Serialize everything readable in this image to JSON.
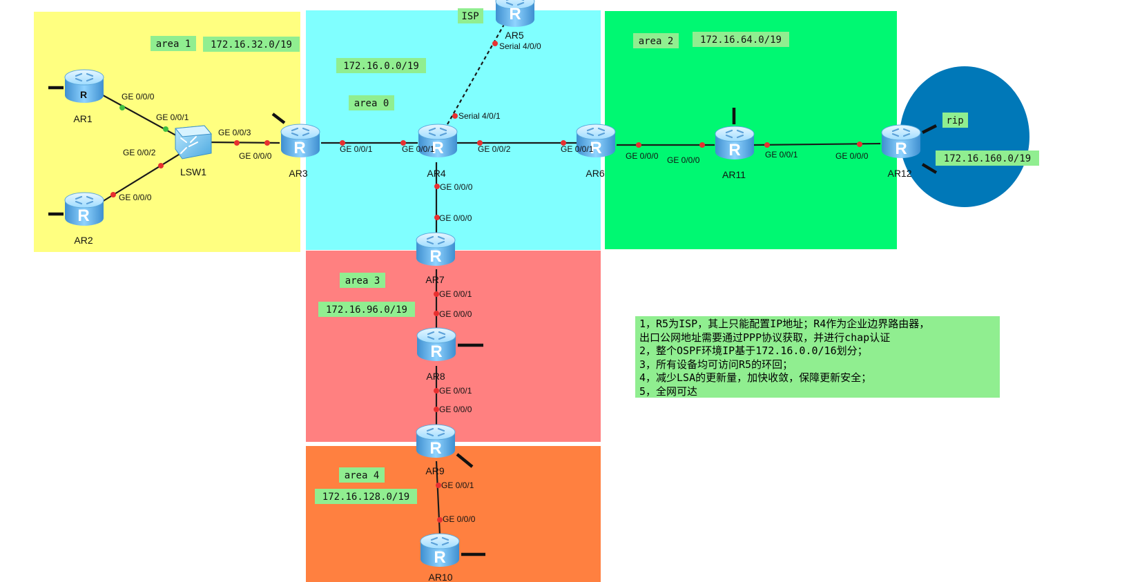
{
  "area_tags": {
    "isp": "ISP",
    "area1": "area 1",
    "area1_net": "172.16.32.0/19",
    "area0": "area 0",
    "area0_net": "172.16.0.0/19",
    "area2": "area 2",
    "area2_net": "172.16.64.0/19",
    "rip": "rip",
    "rip_net": "172.16.160.0/19",
    "area3": "area 3",
    "area3_net": "172.16.96.0/19",
    "area4": "area 4",
    "area4_net": "172.16.128.0/19"
  },
  "devices": {
    "ar1": "AR1",
    "ar2": "AR2",
    "lsw1": "LSW1",
    "ar3": "AR3",
    "ar4": "AR4",
    "ar5": "AR5",
    "ar6": "AR6",
    "ar7": "AR7",
    "ar8": "AR8",
    "ar9": "AR9",
    "ar10": "AR10",
    "ar11": "AR11",
    "ar12": "AR12"
  },
  "router_glyph": "R",
  "ports": {
    "ar1_g000": "GE 0/0/0",
    "lsw1_g001": "GE 0/0/1",
    "lsw1_g002": "GE 0/0/2",
    "ar2_g000": "GE 0/0/0",
    "lsw1_g003": "GE 0/0/3",
    "ar3_g000": "GE 0/0/0",
    "ar3_g001": "GE 0/0/1",
    "ar4_g001": "GE 0/0/1",
    "ar4_g002": "GE 0/0/2",
    "ar6_g001": "GE 0/0/1",
    "ar6_g000": "GE 0/0/0",
    "ar11_g000": "GE 0/0/0",
    "ar11_g001": "GE 0/0/1",
    "ar12_g000": "GE 0/0/0",
    "ar5_s400": "Serial 4/0/0",
    "ar4_s401": "Serial 4/0/1",
    "ar4_g000": "GE 0/0/0",
    "ar7_g000": "GE 0/0/0",
    "ar7_g001": "GE 0/0/1",
    "ar8_g000": "GE 0/0/0",
    "ar8_g001": "GE 0/0/1",
    "ar9_g000": "GE 0/0/0",
    "ar9_g001": "GE 0/0/1",
    "ar10_g000": "GE 0/0/0"
  },
  "notes": [
    "1，R5为ISP，其上只能配置IP地址；R4作为企业边界路由器，",
    "出口公网地址需要通过PPP协议获取，并进行chap认证",
    "2，整个OSPF环境IP基于172.16.0.0/16划分；",
    "3，所有设备均可访问R5的环回；",
    "4，减少LSA的更新量，加快收敛，保障更新安全；",
    "5，全网可达"
  ],
  "colors": {
    "area1": "#ffff80",
    "area0": "#80ffff",
    "area2": "#00f872",
    "area3": "#ff8080",
    "area4": "#ff8040",
    "rip": "#0078b8",
    "tag": "#90ee90",
    "port_dot": "#e83030",
    "port_dot_green": "#40c040"
  }
}
